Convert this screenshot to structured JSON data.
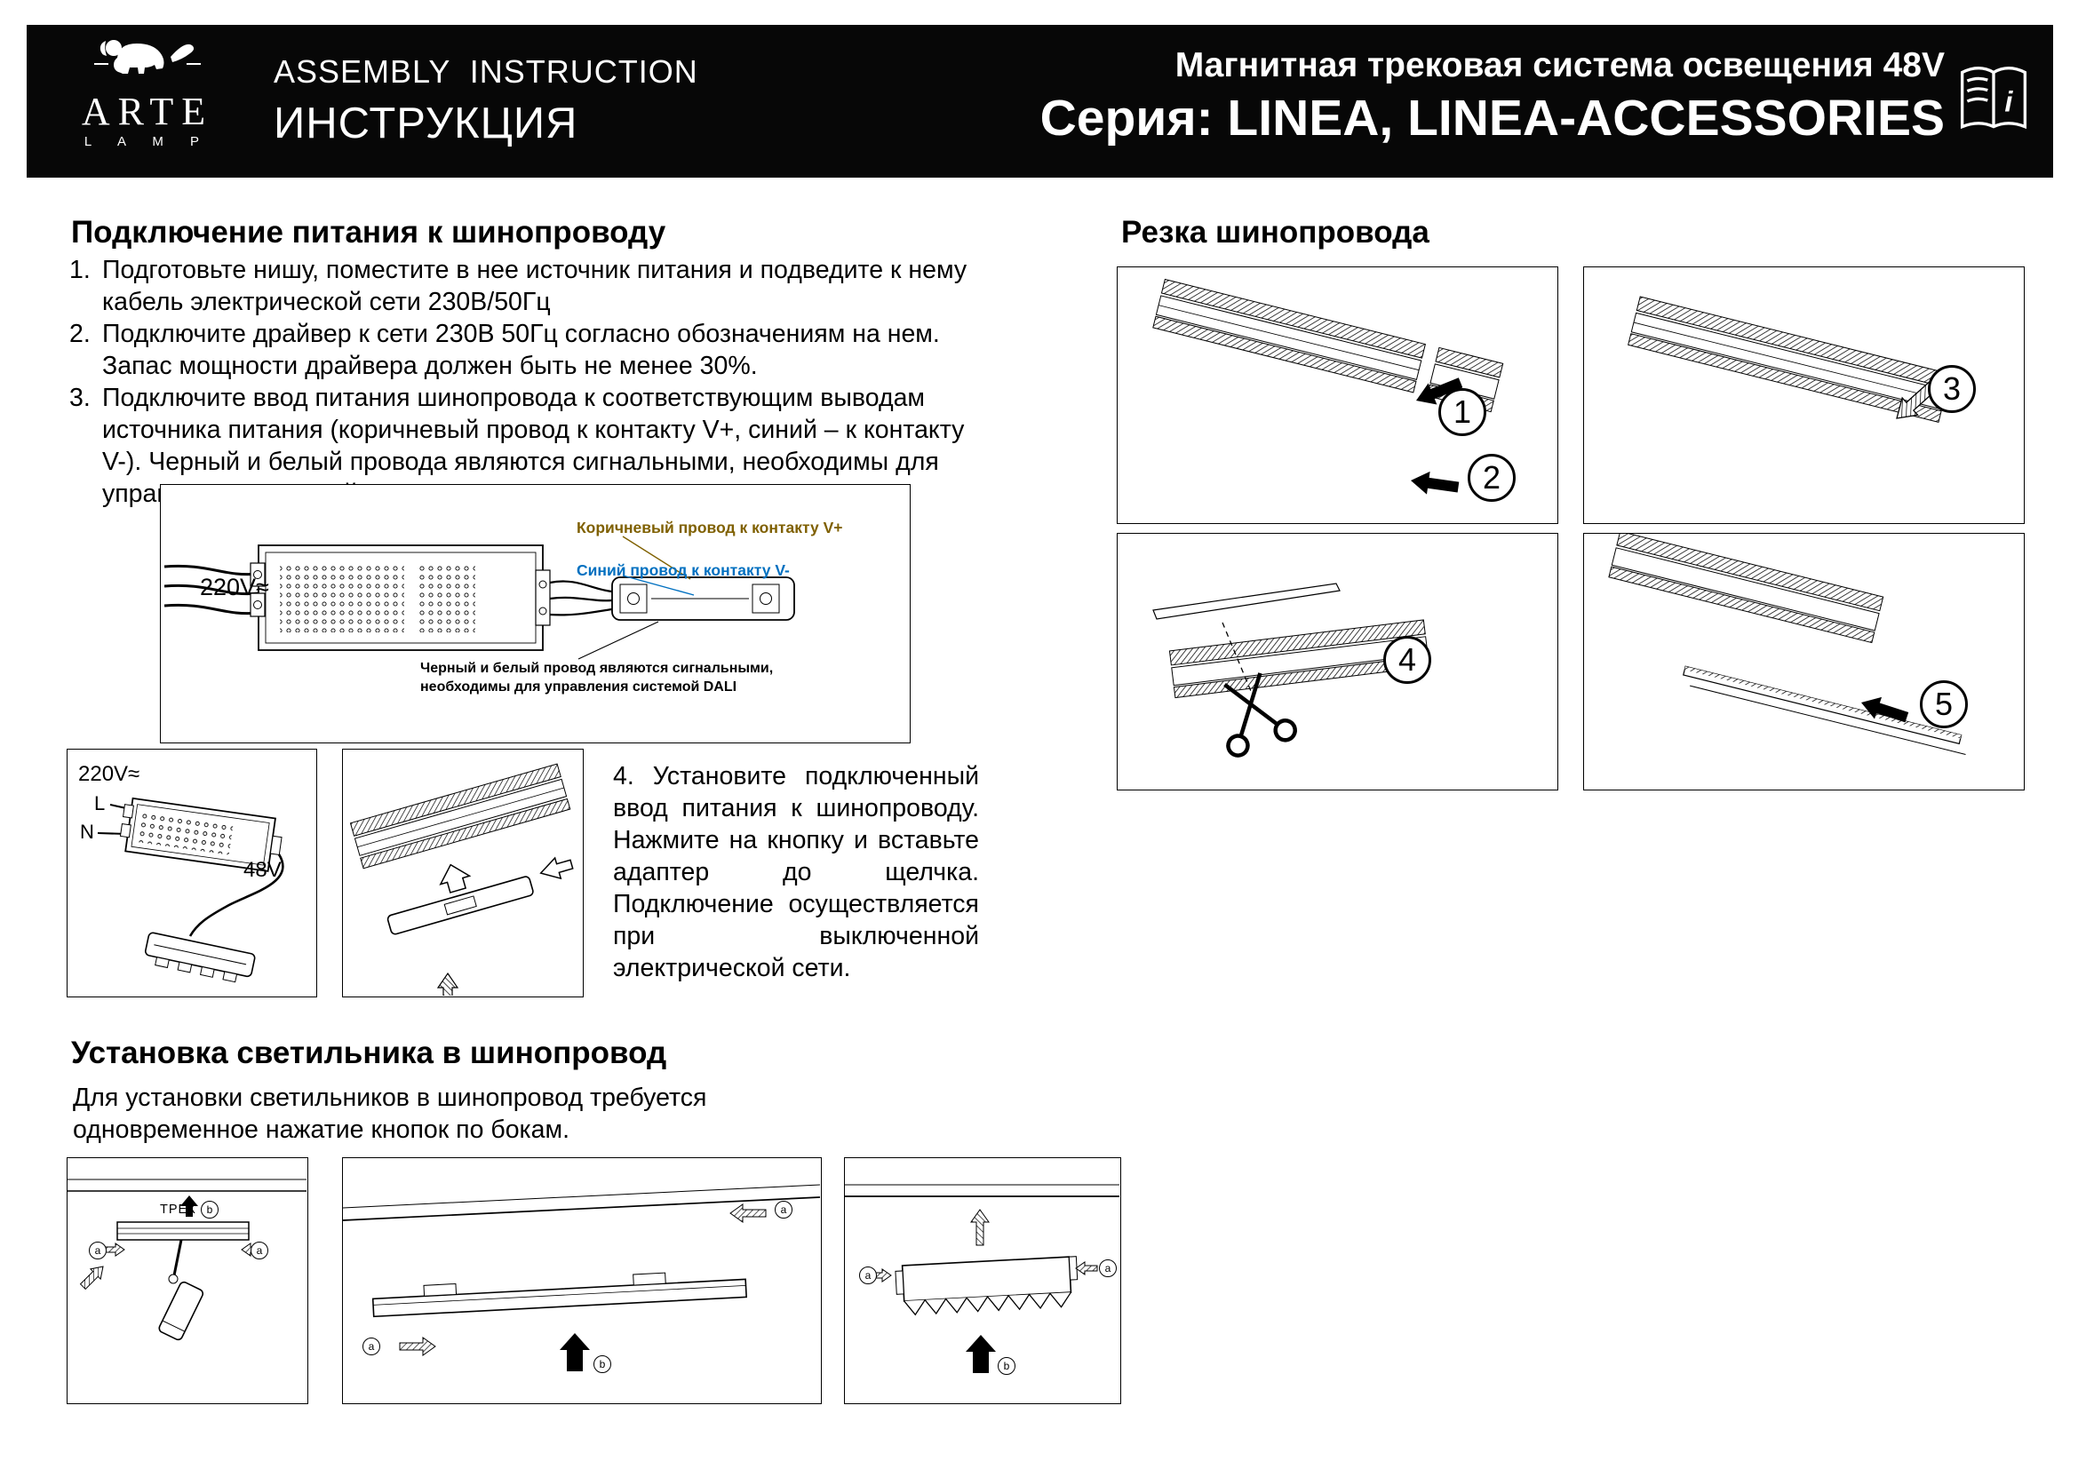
{
  "header": {
    "logo": {
      "arte": "ARTE",
      "lamp": "L A M P"
    },
    "title_en": "ASSEMBLY  INSTRUCTION",
    "title_ru": "ИНСТРУКЦИЯ",
    "subtitle1": "Магнитная трековая система освещения 48V",
    "subtitle2": "Серия: LINEA, LINEA-ACCESSORIES",
    "info_letter": "i"
  },
  "power": {
    "heading": "Подключение питания к шинопроводу",
    "steps": [
      {
        "num": "1.",
        "text": "Подготовьте нишу, поместите в нее источник питания и подведите к нему кабель электрической сети 230В/50Гц"
      },
      {
        "num": "2.",
        "text": "Подключите драйвер к сети 230В 50Гц согласно обозначениям на нем.",
        "text2": "Запас мощности драйвера должен быть не менее 30%."
      },
      {
        "num": "3.",
        "text": "Подключите ввод питания шинопровода к соответствующим выводам источника питания (коричневый провод к контакту V+, синий – к контакту V-). Черный и белый провода являются сигнальными, необходимы для управления системой DALI."
      }
    ],
    "step4": "4.  Установите подключенный ввод питания к шинопроводу. Нажмите на кнопку и вставьте адаптер до щелчка. Подключение осуществляется при выключенной электрической сети.",
    "diagram_main": {
      "voltage": "220V≈",
      "label_brown": "Коричневый провод к контакту V+",
      "label_blue": "Синий провод к контакту V-",
      "label_signal_1": "Черный и белый провод являются сигнальными,",
      "label_signal_2": "необходимы для управления системой DALI"
    },
    "diagram_driver": {
      "voltage": "220V≈",
      "l": "L",
      "n": "N",
      "output": "48V"
    }
  },
  "cutting": {
    "heading": "Резка шинопровода",
    "nums": [
      "1",
      "2",
      "3",
      "4",
      "5"
    ]
  },
  "install": {
    "heading": "Установка светильника в шинопровод",
    "line1": "Для установки светильников в шинопровод требуется",
    "line2": "одновременное нажатие кнопок по бокам.",
    "track_label": "ТРЕК",
    "marker_a": "a",
    "marker_b": "b"
  },
  "colors": {
    "header_bg": "#070707",
    "brown": "#7F6000",
    "blue": "#0070C0"
  }
}
